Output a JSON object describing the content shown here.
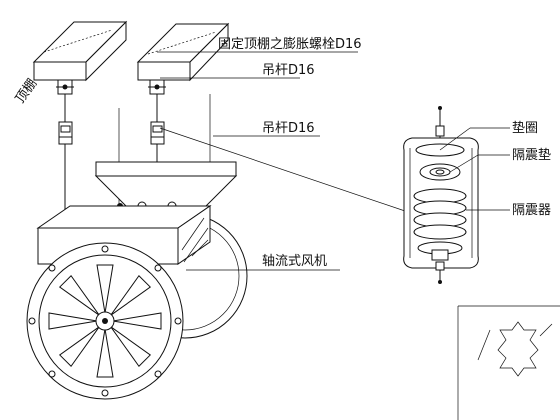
{
  "labels": {
    "ceiling": "顶棚",
    "anchor_bolt": "固定顶棚之膨胀螺栓D16",
    "rod_upper": "吊杆D16",
    "rod_lower": "吊杆D16",
    "fan": "轴流式风机",
    "washer": "垫圈",
    "isolation_pad": "隔震垫",
    "isolator": "隔震器"
  }
}
